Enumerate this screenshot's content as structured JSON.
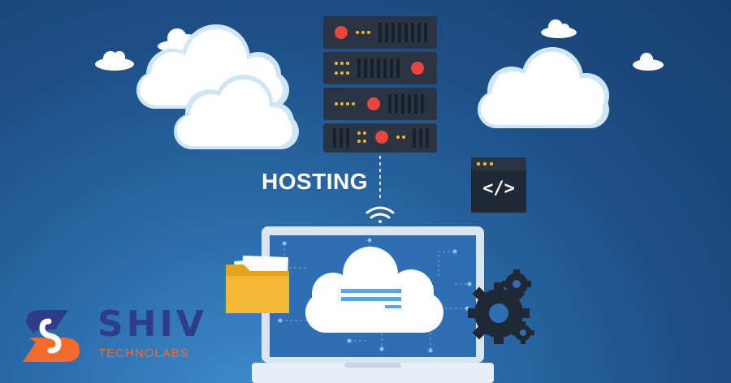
{
  "scene": {
    "label": "HOSTING",
    "code_symbol": "</>",
    "colors": {
      "background_top": "#173f6e",
      "background_bottom": "#3f8fd1",
      "server": "#2b3443",
      "led_red": "#e8453c",
      "led_yellow": "#f2b632",
      "cloud": "#ffffff",
      "cloud_shade": "#cfe6f7",
      "folder": "#f6b636"
    }
  },
  "brand": {
    "name": "SHIV",
    "tagline": "TECHNOLABS",
    "colors": {
      "name": "#2e3d8a",
      "tagline": "#f36a2b"
    }
  }
}
